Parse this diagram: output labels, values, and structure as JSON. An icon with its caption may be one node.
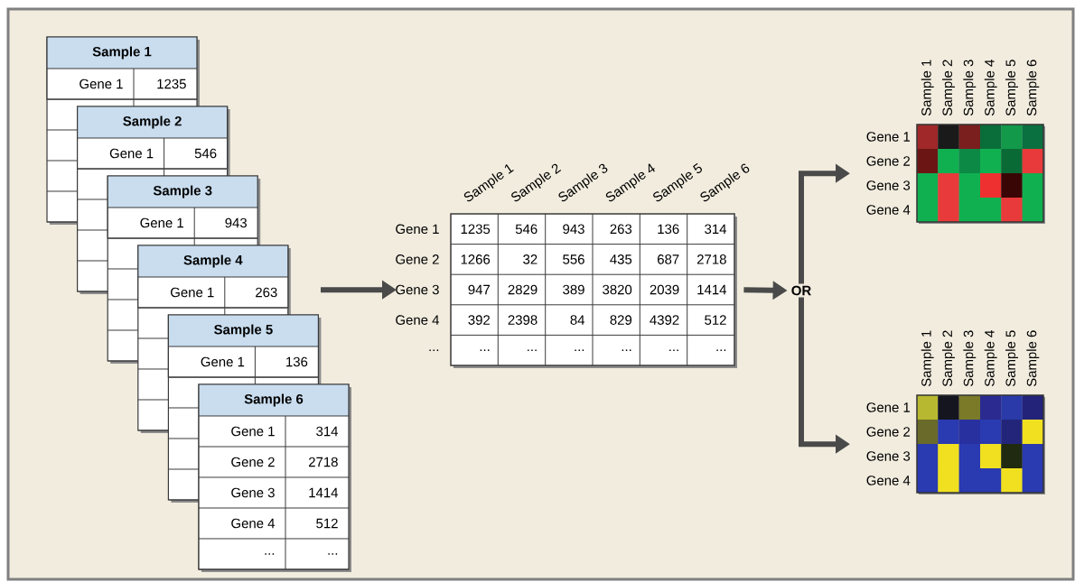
{
  "diagram": {
    "nodes": [
      {
        "text": [
          "Sample 1",
          "Gene 1",
          "1235"
        ]
      },
      {
        "text": [
          "Sample 2",
          "Gene 1",
          "546"
        ]
      },
      {
        "text": [
          "Sample 3",
          "Gene 1",
          "943"
        ]
      },
      {
        "text": [
          "Sample 4",
          "Gene 1",
          "263"
        ]
      },
      {
        "text": [
          "Sample 5",
          "Gene 1",
          "136"
        ]
      },
      {
        "text": [
          "Sample 6",
          "Gene 1",
          "314",
          "Gene 2",
          "2718",
          "Gene 3",
          "1414",
          "Gene 4",
          "512",
          "...",
          "..."
        ]
      },
      {
        "text": [
          "Sample 1",
          "Sample 2",
          "Sample 3",
          "Sample 4",
          "Sample 5",
          "Sample 6",
          "Gene 1",
          "1235",
          "546",
          "943",
          "263",
          "136",
          "314",
          "Gene 2",
          "1266",
          "32",
          "556",
          "435",
          "687",
          "2718",
          "Gene 3",
          "947",
          "2829",
          "389",
          "3820",
          "2039",
          "1414",
          "Gene 4",
          "392",
          "2398",
          "84",
          "829",
          "4392",
          "512",
          "...",
          "...",
          "...",
          "...",
          "...",
          "...",
          "..."
        ]
      },
      {
        "text": [
          "OR"
        ]
      },
      {
        "text": [
          "Sample 1",
          "Sample 2",
          "Sample 3",
          "Sample 4",
          "Sample 5",
          "Sample 6",
          "Gene 1",
          "Gene 2",
          "Gene 3",
          "Gene 4"
        ]
      },
      {
        "text": [
          "Sample 1",
          "Sample 2",
          "Sample 3",
          "Sample 4",
          "Sample 5",
          "Sample 6",
          "Gene 1",
          "Gene 2",
          "Gene 3",
          "Gene 4"
        ]
      }
    ],
    "edges": [
      {
        "from": null,
        "to": 6,
        "arrow": "to"
      },
      {
        "from": 6,
        "to": 7,
        "arrow": "to"
      },
      {
        "from": 7,
        "to": 8,
        "arrow": "to"
      },
      {
        "from": 7,
        "to": 9,
        "arrow": "to"
      }
    ]
  }
}
